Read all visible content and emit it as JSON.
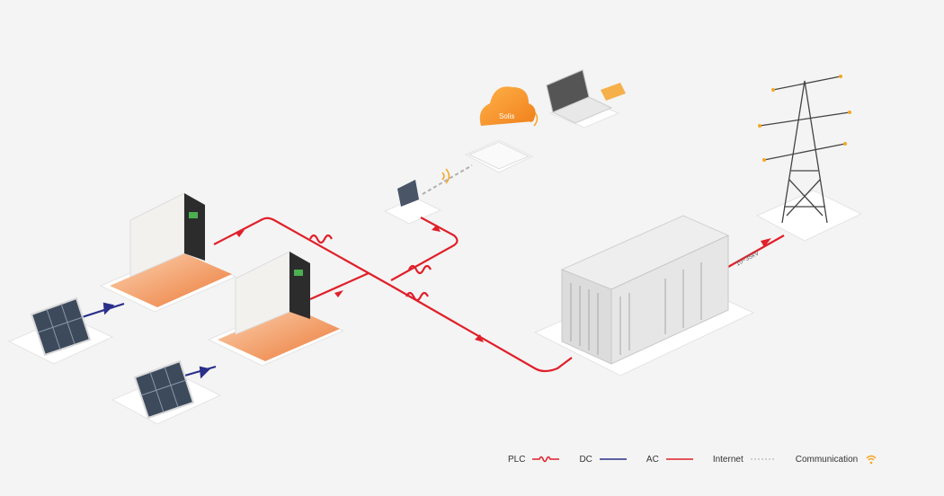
{
  "diagram": {
    "voltage_label": "10~35kV",
    "cloud_logo": "Solis",
    "colors": {
      "ac": "#e0202a",
      "dc": "#2a2f8a",
      "internet": "#b0b0b0",
      "communication": "#f5a623",
      "platform": "#f08a4b"
    }
  },
  "legend": {
    "plc": "PLC",
    "dc": "DC",
    "ac": "AC",
    "internet": "Internet",
    "communication": "Communication"
  }
}
